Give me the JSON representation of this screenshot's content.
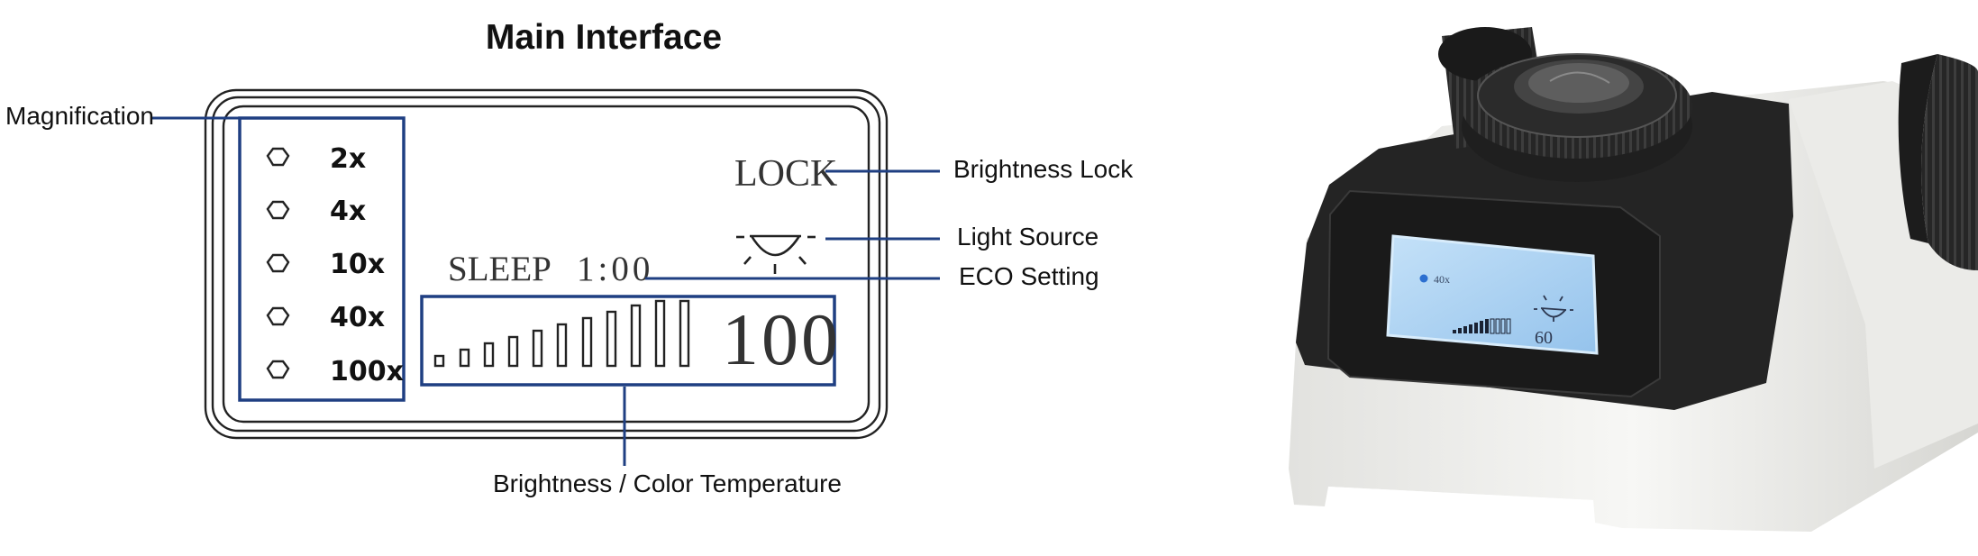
{
  "title": "Main Interface",
  "callouts": {
    "magnification": "Magnification",
    "brightness_lock": "Brightness Lock",
    "light_source": "Light Source",
    "eco_setting": "ECO Setting",
    "brightness_color": "Brightness / Color Temperature"
  },
  "lcd": {
    "lock": "LOCK",
    "sleep": "SLEEP",
    "sleep_time": "1:00",
    "level": "100",
    "magnifications": [
      "2x",
      "4x",
      "10x",
      "40x",
      "100x"
    ],
    "bar_count": 11
  },
  "photo_lcd": {
    "magnification": "40x",
    "level": "60"
  },
  "colors": {
    "callout_line": "#1f3f82",
    "lcd_screen": "#a9d2f4",
    "device_dark": "#2a2a2a",
    "device_body": "#f2f2f0"
  }
}
